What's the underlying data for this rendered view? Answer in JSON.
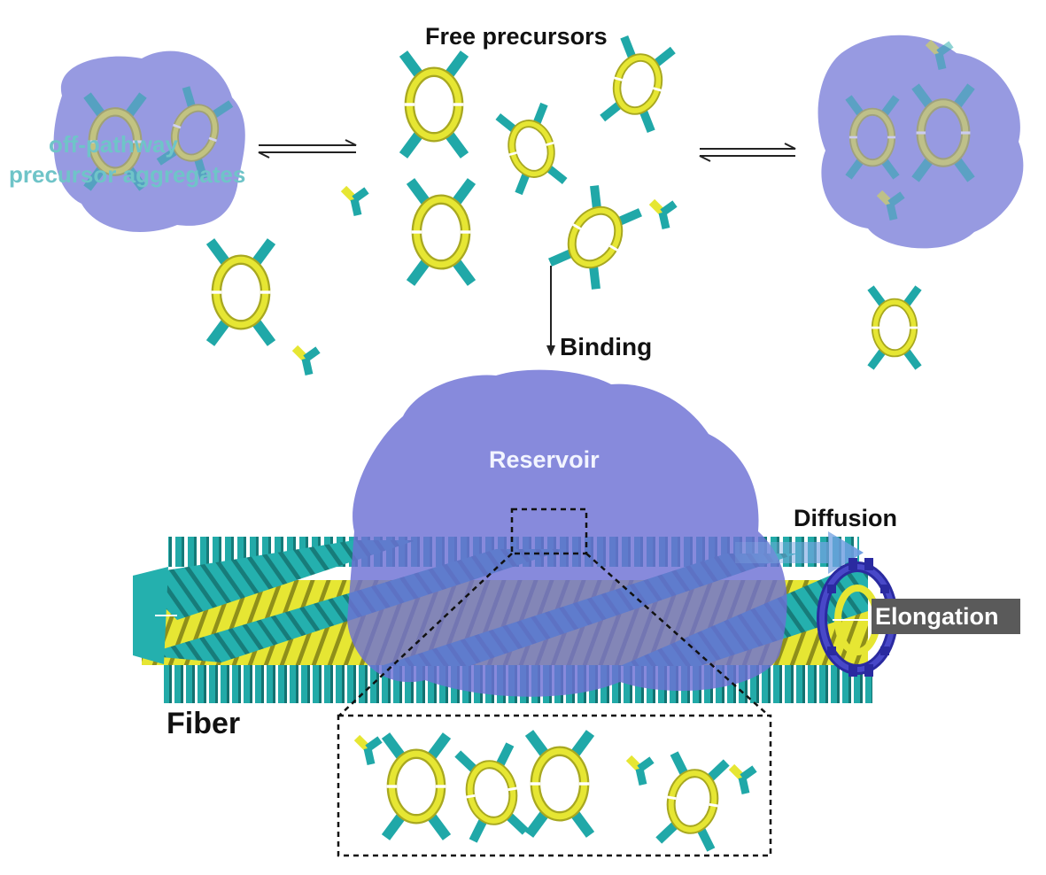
{
  "labels": {
    "free_precursors": "Free precursors",
    "off_pathway_line1": "off-pathway",
    "off_pathway_line2": "precursor aggregates",
    "binding": "Binding",
    "reservoir": "Reservoir",
    "diffusion": "Diffusion",
    "elongation": "Elongation",
    "fiber": "Fiber"
  },
  "colors": {
    "ring_yellow": "#e6e633",
    "arm_teal": "#20a8a8",
    "cloud_blue": "#7a7ed8",
    "end_ring_blue": "#2a2aa0",
    "label_teal": "#6fc4c8",
    "elongation_bg": "#5a5a5a"
  },
  "icons": [
    "precursor-ring-icon",
    "monomer-icon",
    "aggregate-cloud-icon",
    "equilibrium-arrow-icon",
    "binding-arrow-icon",
    "diffusion-arrow-icon"
  ]
}
